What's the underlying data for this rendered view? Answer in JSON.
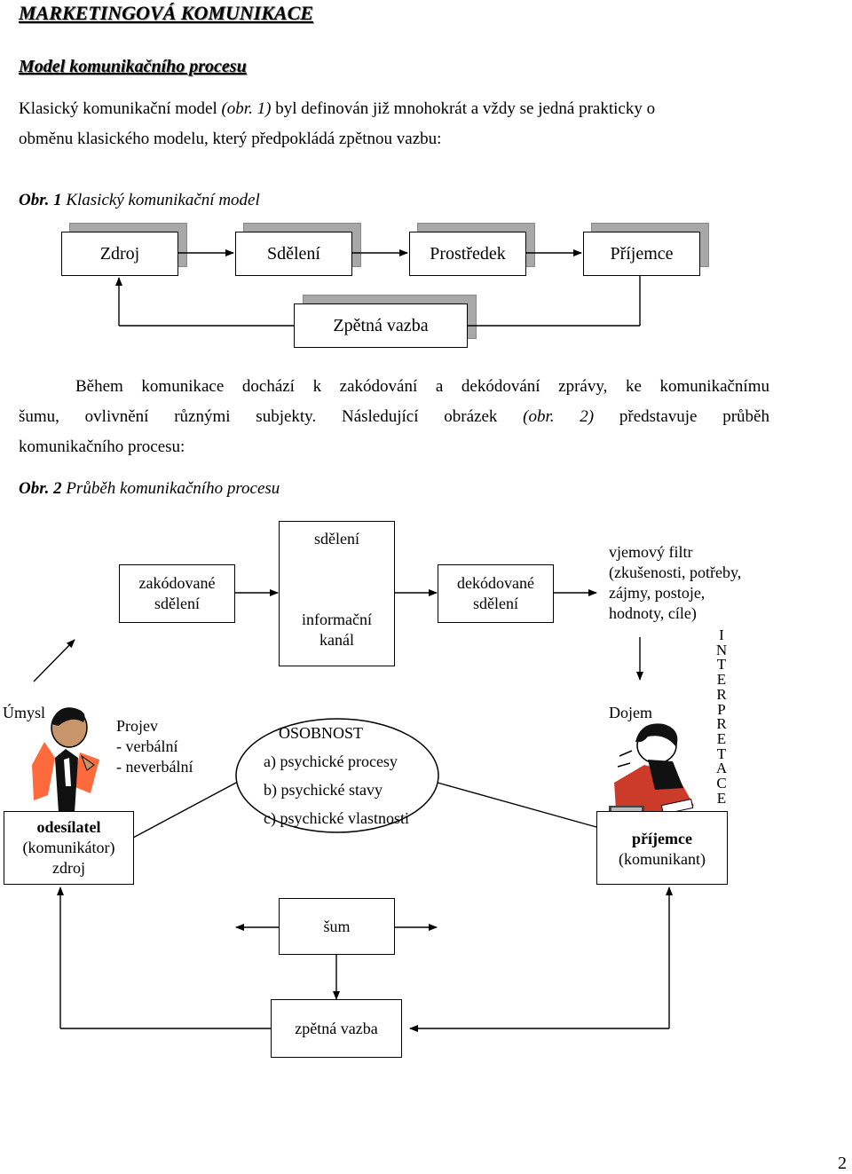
{
  "header": {
    "doc_title": "MARKETINGOVÁ KOMUNIKACE",
    "section_title": "Model komunikačního procesu"
  },
  "intro": {
    "p1_a": "Klasický komunikační model ",
    "p1_ref": "(obr. 1)",
    "p1_b": " byl definován již mnohokrát a vždy se jedná prakticky o",
    "p2": "obměnu klasického modelu, který předpokládá zpětnou vazbu:"
  },
  "fig1": {
    "caption_num": "Obr. 1",
    "caption_text": " Klasický komunikační model",
    "boxes": {
      "zdroj": "Zdroj",
      "sdeleni": "Sdělení",
      "prostredek": "Prostředek",
      "prijemce": "Příjemce",
      "zpetna_vazba": "Zpětná vazba"
    }
  },
  "para2": {
    "line1": "Během komunikace dochází k zakódování a dekódování zprávy, ke komunikačnímu",
    "line2_a": "šumu, ovlivnění různými subjekty. Následující obrázek ",
    "line2_ref": "(obr. 2)",
    "line2_b": " představuje průběh",
    "line3": "komunikačního procesu:"
  },
  "fig2": {
    "caption_num": "Obr. 2",
    "caption_text": " Průběh komunikačního procesu",
    "zakodovane": [
      "zakódované",
      "sdělení"
    ],
    "sdeleni": "sdělení",
    "kanal": [
      "informační",
      "kanál"
    ],
    "dekodovane": [
      "dekódované",
      "sdělení"
    ],
    "filtr": [
      "vjemový filtr",
      "(zkušenosti, potřeby,",
      "zájmy, postoje,",
      "hodnoty, cíle)"
    ],
    "umysl": "Úmysl",
    "projev": [
      "Projev",
      "-  verbální",
      "-  neverbální"
    ],
    "osobnost": {
      "title": "OSOBNOST",
      "items": [
        "a) psychické procesy",
        "b) psychické stavy",
        "c) psychické vlastnosti"
      ]
    },
    "dojem": "Dojem",
    "interpretace": [
      "I",
      "N",
      "T",
      "E",
      "R",
      "P",
      "R",
      "E",
      "T",
      "A",
      "C",
      "E"
    ],
    "odesilatel": [
      "odesílatel",
      "(komunikátor)",
      "zdroj"
    ],
    "prijemce": [
      "příjemce",
      "(komunikant)"
    ],
    "sum": "šum",
    "zpetna_vazba": "zpětná vazba"
  },
  "page_number": "2"
}
